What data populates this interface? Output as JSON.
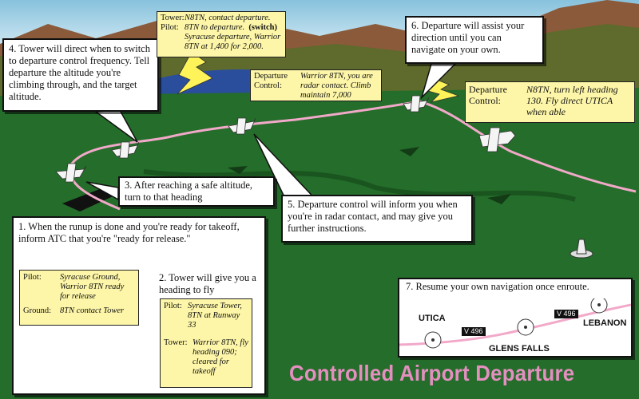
{
  "title": "Controlled Airport Departure",
  "steps": {
    "step1": "1. When the runup is done and you're ready for takeoff, inform ATC that you're \"ready for release.\"",
    "step2": "2. Tower will give you a heading to fly",
    "step3": "3. After reaching a safe altitude, turn to that heading",
    "step4": "4. Tower will direct when to switch to departure control frequency. Tell departure the altitude you're climbing through, and the target altitude.",
    "step5": "5. Departure control will inform you when you're in radar contact, and may give you further instructions.",
    "step6": "6. Departure will assist your direction until you can navigate on your own.",
    "step7": "7. Resume your own navigation once enroute."
  },
  "dialogs": {
    "pilot_ground": {
      "l1": "Pilot:",
      "v1": "Syracuse Ground, Warrior 8TN ready for release",
      "l2": "Ground:",
      "v2": "8TN contact Tower"
    },
    "pilot_tower": {
      "l1": "Pilot:",
      "v1": "Syracuse Tower, 8TN at Runway 33",
      "l2": "Tower:",
      "v2": "Warrior 8TN, fly heading 090; cleared for takeoff"
    },
    "switch": {
      "l1": "Tower:",
      "v1": "N8TN, contact departure.",
      "l2": "Pilot:",
      "v2a": "8TN to departure.",
      "v2b": "(switch)",
      "v3": "Syracuse departure, Warrior 8TN at 1,400 for 2,000."
    },
    "radar": {
      "l1": "Departure",
      "l1b": "Control:",
      "v1": "Warrior 8TN, you are radar contact. Climb maintain 7,000"
    },
    "left_turn": {
      "l1": "Departure",
      "l1b": "Control:",
      "v1": "N8TN, turn left heading 130. Fly direct UTICA when able"
    }
  },
  "map": {
    "cities": [
      "UTICA",
      "GLENS FALLS",
      "LEBANON"
    ],
    "airway_labels": [
      "V 496",
      "V 496"
    ]
  },
  "colors": {
    "flight_path": "#f2a9c9",
    "title": "#e48fc0",
    "callout_bg": "#fdf6a8",
    "grass": "#1f6a26"
  },
  "icons": [
    "airplane-icon",
    "control-tower-icon",
    "lightning-bolt-icon",
    "vor-station-icon"
  ]
}
